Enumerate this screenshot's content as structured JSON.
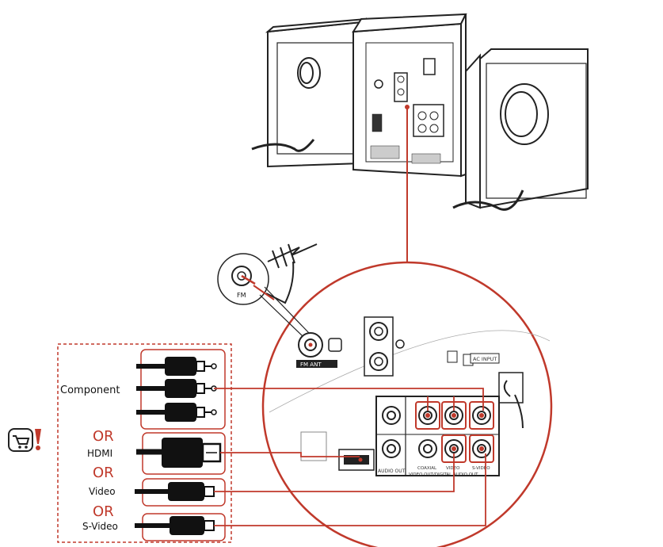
{
  "labels": {
    "component": "Component",
    "or_1": "OR",
    "hdmi": "HDMI",
    "or_2": "OR",
    "video": "Video",
    "or_3": "OR",
    "svideo": "S-Video",
    "fm": "FM",
    "panel_fm_ant": "FM ANT",
    "panel_ac_input": "AC INPUT",
    "panel_audio_out": "AUDIO OUT",
    "panel_coaxial": "COAXIAL",
    "panel_video": "VIDEO",
    "panel_svideo": "S-VIDEO",
    "panel_video_out": "VIDEO OUT/DIGITAL AUDIO OUT"
  },
  "colors": {
    "accent": "#c0392b",
    "line": "#222222",
    "cable": "#111111"
  },
  "icons": {
    "cart": "cart-icon",
    "warning": "exclamation-icon"
  }
}
